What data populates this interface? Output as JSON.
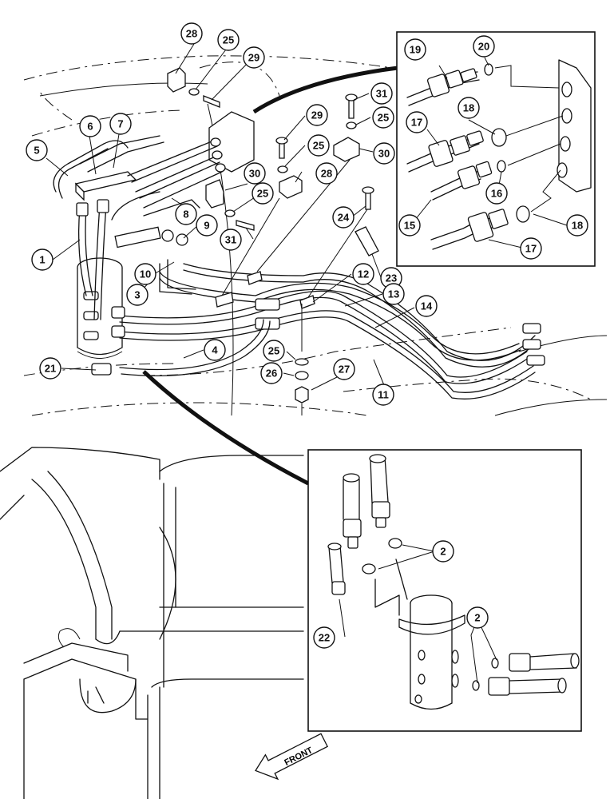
{
  "diagram": {
    "front_label": "FRONT",
    "callouts": {
      "c1": "1",
      "c2a": "2",
      "c2b": "2",
      "c3": "3",
      "c4": "4",
      "c5": "5",
      "c6": "6",
      "c7": "7",
      "c8": "8",
      "c9": "9",
      "c10": "10",
      "c11": "11",
      "c12": "12",
      "c13": "13",
      "c14": "14",
      "c15": "15",
      "c16": "16",
      "c17a": "17",
      "c17b": "17",
      "c18a": "18",
      "c18b": "18",
      "c19": "19",
      "c20": "20",
      "c21": "21",
      "c22": "22",
      "c23": "23",
      "c24": "24",
      "c25a": "25",
      "c25b": "25",
      "c25c": "25",
      "c25d": "25",
      "c25e": "25",
      "c26": "26",
      "c27": "27",
      "c28a": "28",
      "c28b": "28",
      "c29a": "29",
      "c29b": "29",
      "c30a": "30",
      "c30b": "30",
      "c31a": "31",
      "c31b": "31"
    }
  }
}
